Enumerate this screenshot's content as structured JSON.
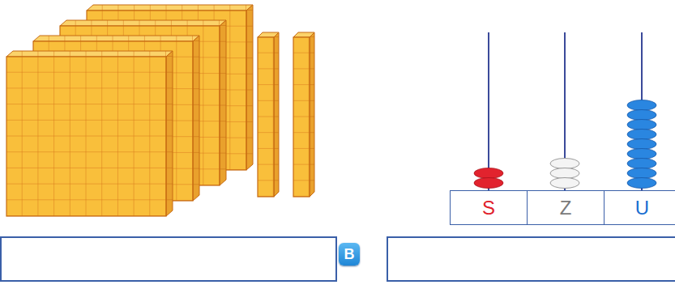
{
  "diagram": {
    "nodes": [
      {
        "text": [
          "S"
        ]
      },
      {
        "text": [
          "Z"
        ]
      },
      {
        "text": [
          "U"
        ]
      },
      {
        "text": [
          "B"
        ]
      }
    ]
  }
}
